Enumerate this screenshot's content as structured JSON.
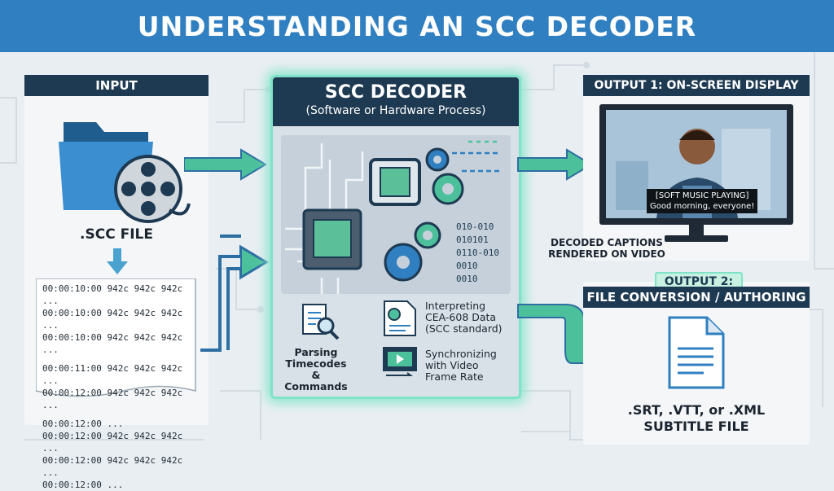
{
  "title": "UNDERSTANDING AN SCC DECODER",
  "input": {
    "header": "INPUT",
    "file_label": ".SCC FILE",
    "lines": [
      "00:00:10:00 942c 942c 942c ...",
      "00:00:10:00 942c 942c 942c ...",
      "00:00:10:00 942c 942c 942c ...",
      "00:00:11:00 942c 942c 942c ...",
      "00:00:12:00 942c 942c 942c ...",
      "00:00:12:00 ...",
      "00:00:12:00 942c 942c 942c ...",
      "00:00:12:00 942c 942c 942c ...",
      "00:00:12:00 ..."
    ]
  },
  "decoder": {
    "title": "SCC DECODER",
    "subtitle": "(Software or Hardware Process)",
    "binary": [
      "010-010",
      "010101",
      "0110-010",
      "0010",
      "0010"
    ],
    "step_parsing": [
      "Parsing",
      "Timecodes &",
      "Commands"
    ],
    "step_interpreting": [
      "Interpreting",
      "CEA-608 Data",
      "(SCC standard)"
    ],
    "step_sync": [
      "Synchronizing",
      "with Video",
      "Frame Rate"
    ]
  },
  "output1": {
    "header": "OUTPUT 1: ON-SCREEN DISPLAY",
    "caption_line1": "[SOFT MUSIC PLAYING]",
    "caption_line2": "Good morning, everyone!",
    "label": [
      "DECODED CAPTIONS",
      "RENDERED ON VIDEO"
    ]
  },
  "output2": {
    "badge": "OUTPUT 2:",
    "header": "FILE CONVERSION / AUTHORING",
    "file_label": [
      ".SRT, .VTT, or .XML",
      "SUBTITLE FILE"
    ]
  },
  "colors": {
    "banner": "#2f7fc1",
    "header_dark": "#1e3a52",
    "decoder_glow": "#7fe3c9",
    "arrow_green": "#4cc09a",
    "arrow_blue": "#2d6ea3"
  }
}
